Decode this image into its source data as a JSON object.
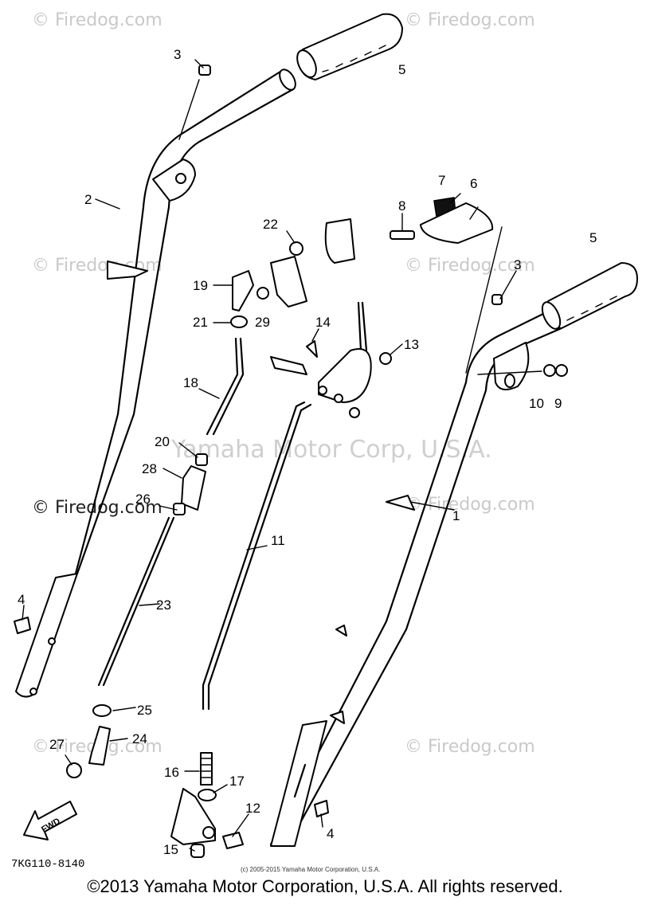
{
  "watermarks": {
    "firedog": "© Firedog.com",
    "yamaha": "Yamaha Motor Corp, U.S.A."
  },
  "part_labels": [
    "1",
    "2",
    "3",
    "3",
    "4",
    "4",
    "5",
    "5",
    "6",
    "7",
    "8",
    "9",
    "10",
    "11",
    "12",
    "13",
    "14",
    "15",
    "16",
    "17",
    "18",
    "19",
    "20",
    "21",
    "22",
    "23",
    "24",
    "25",
    "26",
    "27",
    "28",
    "29"
  ],
  "fwd_label": "FWD",
  "diagram_code": "7KG110-8140",
  "small_copyright": "(c) 2005-2015 Yamaha Motor Corporation, U.S.A.",
  "copyright": "©2013 Yamaha Motor Corporation, U.S.A. All rights reserved."
}
